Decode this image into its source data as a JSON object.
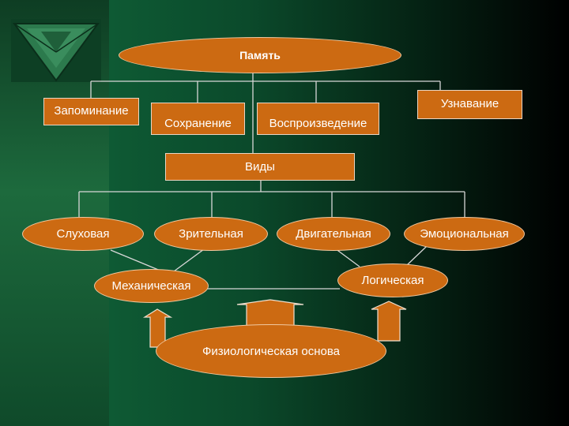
{
  "diagram": {
    "root": "Память",
    "processes": [
      "Запоминание",
      "Сохранение",
      "Воспроизведение",
      "Узнавание"
    ],
    "types_label": "Виды",
    "types": [
      "Слуховая",
      "Зрительная",
      "Двигательная",
      "Эмоциональная"
    ],
    "memory_kinds": [
      "Механическая",
      "Логическая"
    ],
    "basis": "Физиологическая основа"
  },
  "colors": {
    "node_fill": "#cc6a12",
    "text": "#ffffff",
    "lines": "#d8d8d8",
    "background_dark": "#000000",
    "background_green": "#0e5a34"
  }
}
